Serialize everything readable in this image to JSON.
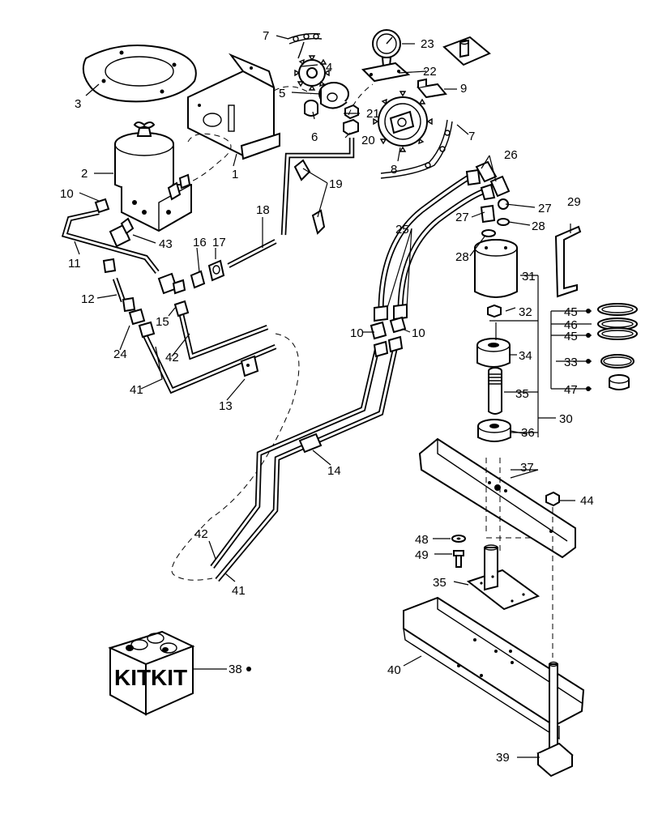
{
  "callouts": [
    {
      "id": "c1",
      "text": "1"
    },
    {
      "id": "c2",
      "text": "2"
    },
    {
      "id": "c3",
      "text": "3"
    },
    {
      "id": "c4",
      "text": "4"
    },
    {
      "id": "c5",
      "text": "5"
    },
    {
      "id": "c6",
      "text": "6"
    },
    {
      "id": "c7a",
      "text": "7"
    },
    {
      "id": "c7b",
      "text": "7"
    },
    {
      "id": "c8",
      "text": "8"
    },
    {
      "id": "c9",
      "text": "9"
    },
    {
      "id": "c10a",
      "text": "10"
    },
    {
      "id": "c10b",
      "text": "10"
    },
    {
      "id": "c10c",
      "text": "10"
    },
    {
      "id": "c11",
      "text": "11"
    },
    {
      "id": "c12",
      "text": "12"
    },
    {
      "id": "c13",
      "text": "13"
    },
    {
      "id": "c14",
      "text": "14"
    },
    {
      "id": "c15",
      "text": "15"
    },
    {
      "id": "c16",
      "text": "16"
    },
    {
      "id": "c17",
      "text": "17"
    },
    {
      "id": "c18",
      "text": "18"
    },
    {
      "id": "c19",
      "text": "19"
    },
    {
      "id": "c20",
      "text": "20"
    },
    {
      "id": "c21",
      "text": "21"
    },
    {
      "id": "c22",
      "text": "22"
    },
    {
      "id": "c23",
      "text": "23"
    },
    {
      "id": "c24",
      "text": "24"
    },
    {
      "id": "c25",
      "text": "25"
    },
    {
      "id": "c26",
      "text": "26"
    },
    {
      "id": "c27a",
      "text": "27"
    },
    {
      "id": "c27b",
      "text": "27"
    },
    {
      "id": "c28a",
      "text": "28"
    },
    {
      "id": "c28b",
      "text": "28"
    },
    {
      "id": "c29",
      "text": "29"
    },
    {
      "id": "c30",
      "text": "30"
    },
    {
      "id": "c31",
      "text": "31"
    },
    {
      "id": "c32",
      "text": "32"
    },
    {
      "id": "c33",
      "text": "33"
    },
    {
      "id": "c34",
      "text": "34"
    },
    {
      "id": "c35a",
      "text": "35"
    },
    {
      "id": "c35b",
      "text": "35"
    },
    {
      "id": "c36",
      "text": "36"
    },
    {
      "id": "c37",
      "text": "37"
    },
    {
      "id": "c38",
      "text": "38"
    },
    {
      "id": "c39",
      "text": "39"
    },
    {
      "id": "c40",
      "text": "40"
    },
    {
      "id": "c41a",
      "text": "41"
    },
    {
      "id": "c41b",
      "text": "41"
    },
    {
      "id": "c42a",
      "text": "42"
    },
    {
      "id": "c42b",
      "text": "42"
    },
    {
      "id": "c43",
      "text": "43"
    },
    {
      "id": "c44",
      "text": "44"
    },
    {
      "id": "c45a",
      "text": "45"
    },
    {
      "id": "c45b",
      "text": "45"
    },
    {
      "id": "c46",
      "text": "46"
    },
    {
      "id": "c47",
      "text": "47"
    },
    {
      "id": "c48",
      "text": "48"
    },
    {
      "id": "c49",
      "text": "49"
    }
  ],
  "kit_box": {
    "label_left": "KIT",
    "label_right": "KIT"
  }
}
